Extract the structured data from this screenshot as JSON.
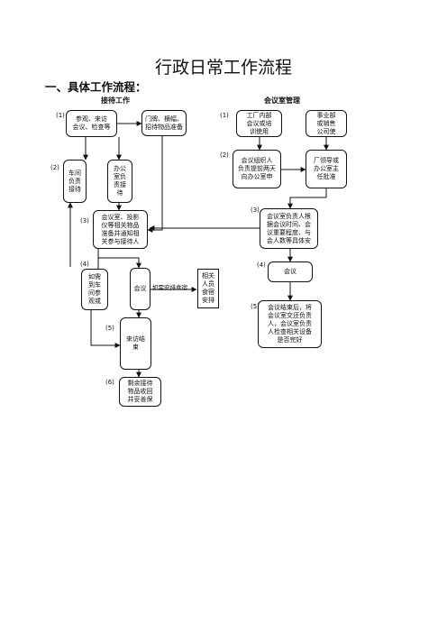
{
  "title": "行政日常工作流程",
  "subtitle": "一、具体工作流程：",
  "left": {
    "heading": "接待工作",
    "box_visit": "参观、来访\n会议、检查等",
    "box_supplies": "门牌、横幅、\n招待物品准备",
    "box_car": "车间\n负责\n接待",
    "box_office": "办公\n室负\n责接\n待",
    "box_prepare": "会议室、投影\n仪等相关物品\n准备并通知相\n关参与接待人",
    "box_visit_plant": "如需\n到车\n间参\n观或",
    "box_meeting": "会议",
    "arrow_note": "如需安排食宿",
    "box_lodging": "相关\n人员\n食宿\n安排",
    "box_end": "来访结\n束",
    "box_recycle": "剩余接待\n物品收回\n并妥善保",
    "steps": [
      "(1)",
      "(2)",
      "(3)",
      "(4)",
      "(5)",
      "(6)"
    ]
  },
  "right": {
    "heading": "会议室管理",
    "box_internal": "工厂内部\n会议或培\n训使用",
    "box_business": "事业部\n或销售\n公司使",
    "box_organizer": "会议组织人\n负责提前两天\n向办公室申",
    "box_approve": "厂领导或\n办公室主\n任批准",
    "box_arrange": "会议室负责人根\n据会议时间、会\n议重要程度、与\n会人数等具体安",
    "box_meeting": "会议",
    "box_handover": "会议结束后，将\n会议室交还负责\n人，会议室负责\n人检查相关设备\n是否完好",
    "steps": [
      "(1)",
      "(2)",
      "(3)",
      "(4)",
      "(5)"
    ]
  }
}
